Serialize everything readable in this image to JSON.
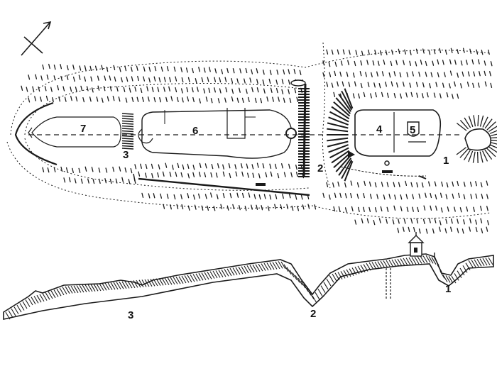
{
  "plan": {
    "labels": {
      "enclosure_7": "7",
      "enclosure_6": "6",
      "enclosure_5": "5",
      "enclosure_4": "4",
      "ditch_3": "3",
      "ditch_2": "2",
      "ditch_1": "1"
    }
  },
  "profile": {
    "labels": {
      "ditch_3": "3",
      "ditch_2": "2",
      "ditch_1": "1"
    }
  },
  "icons": {
    "north_arrow": "north-arrow-icon",
    "chapel": "chapel-icon"
  },
  "colors": {
    "ink": "#1a1a1a",
    "paper": "#ffffff"
  }
}
